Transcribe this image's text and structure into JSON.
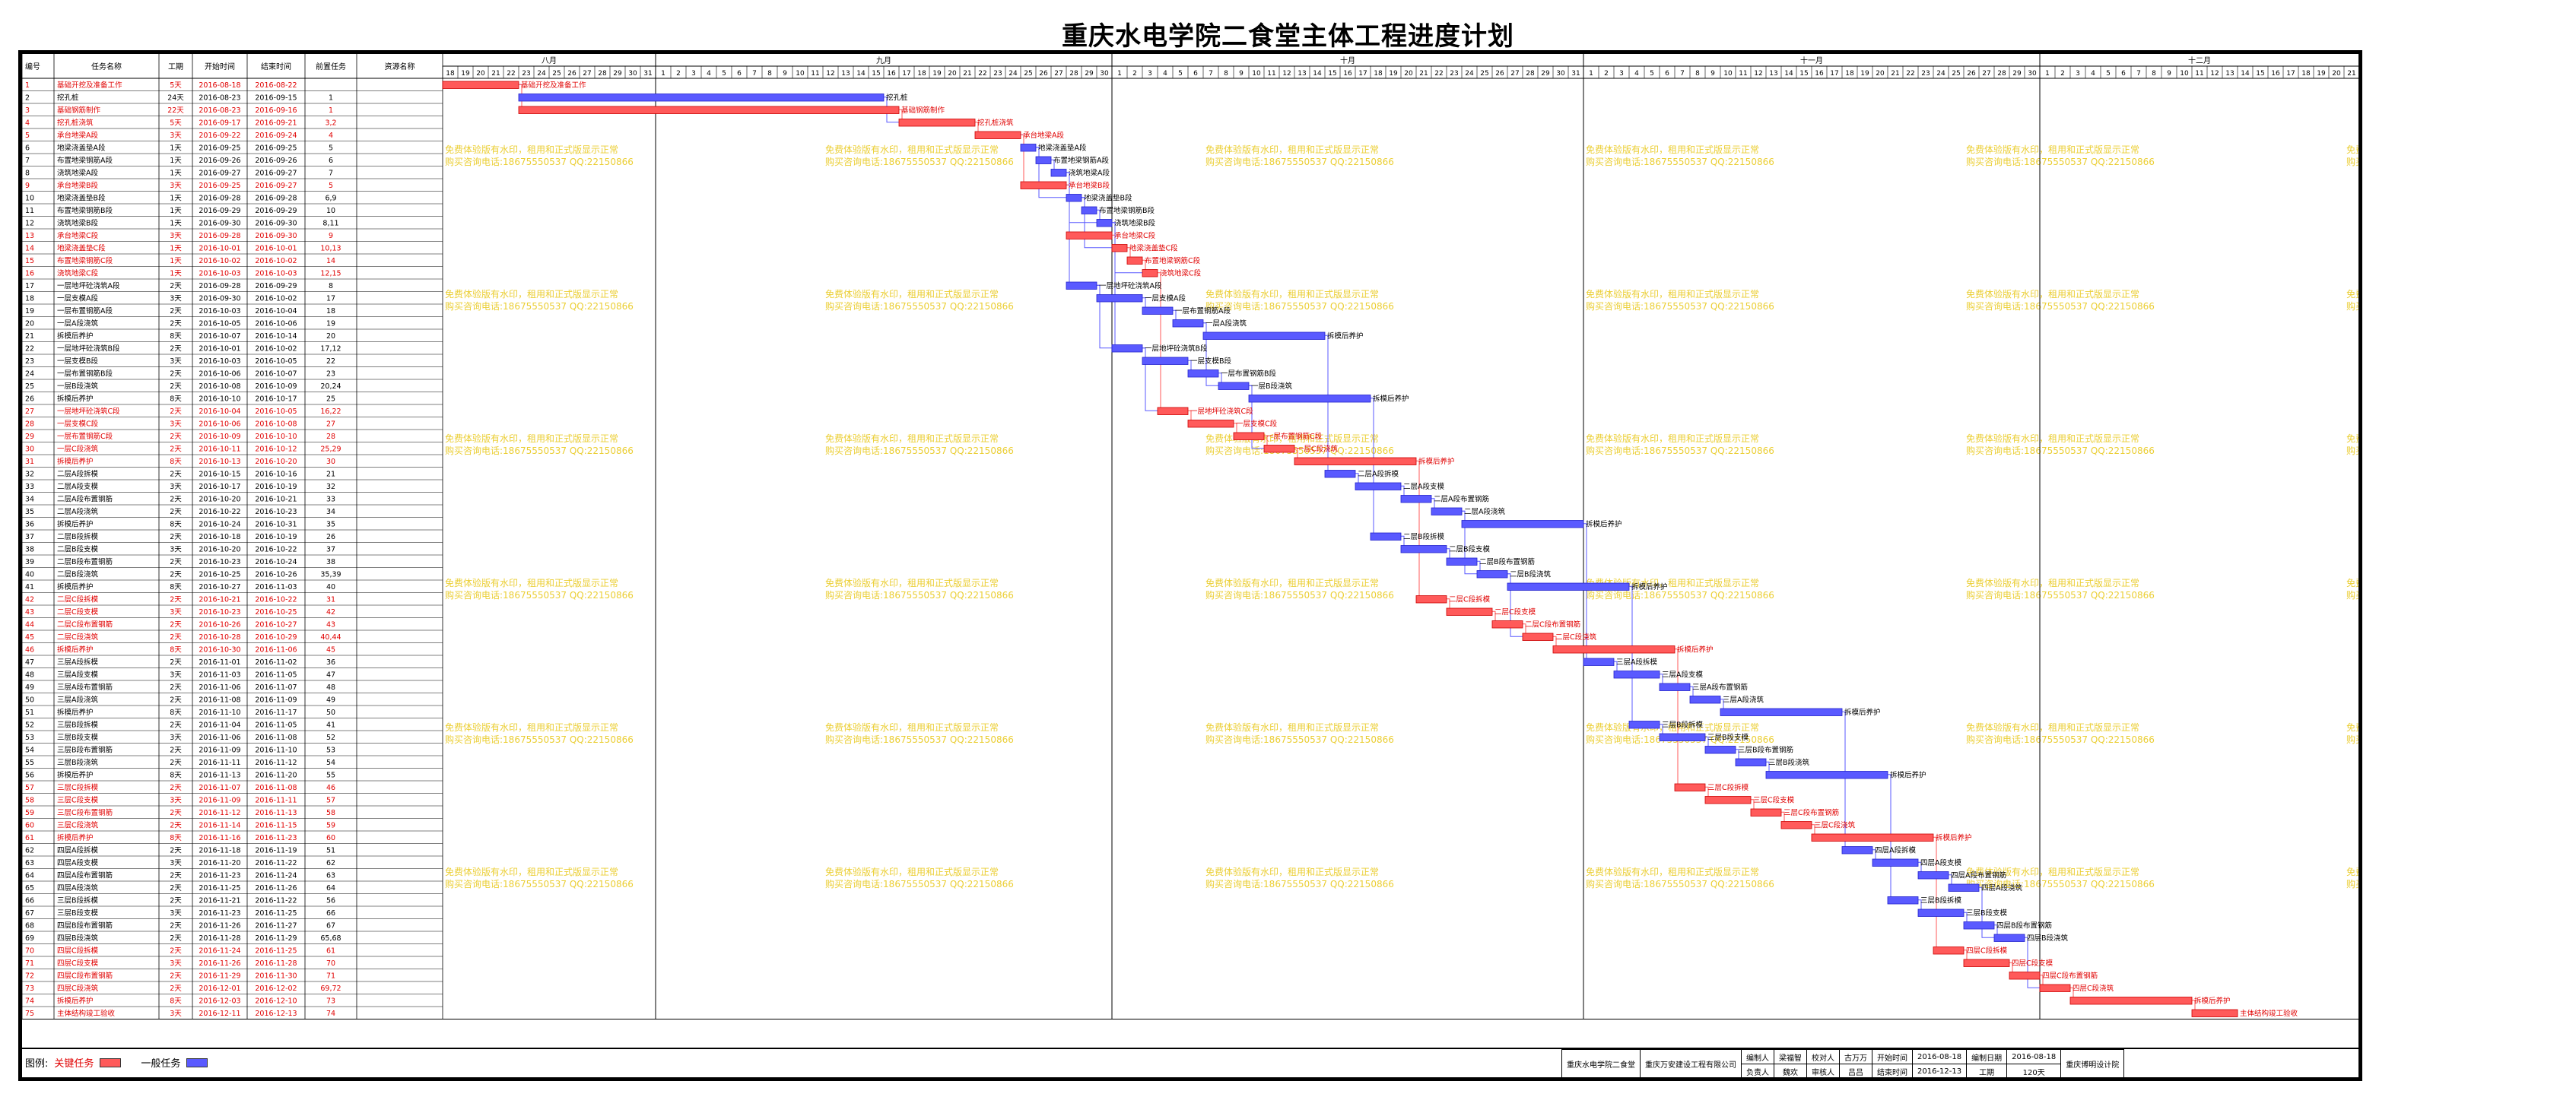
{
  "title": "重庆水电学院二食堂主体工程进度计划",
  "colors": {
    "critical": "#ff5a5a",
    "normal": "#5a5aff",
    "critical_text": "#e00000",
    "watermark": "#e6c200"
  },
  "watermark": {
    "line1": "免费体验版有水印，租用和正式版显示正常",
    "line2": "购买咨询电话:18675550537 QQ:22150866"
  },
  "header": {
    "cols": [
      "编号",
      "任务名称",
      "工期",
      "开始时间",
      "结束时间",
      "前置任务",
      "资源名称"
    ]
  },
  "timeline": {
    "months": [
      {
        "name": "八月",
        "days": [
          18,
          19,
          20,
          21,
          22,
          23,
          24,
          25,
          26,
          27,
          28,
          29,
          30,
          31
        ]
      },
      {
        "name": "九月",
        "days": [
          1,
          2,
          3,
          4,
          5,
          6,
          7,
          8,
          9,
          10,
          11,
          12,
          13,
          14,
          15,
          16,
          17,
          18,
          19,
          20,
          21,
          22,
          23,
          24,
          25,
          26,
          27,
          28,
          29,
          30
        ]
      },
      {
        "name": "十月",
        "days": [
          1,
          2,
          3,
          4,
          5,
          6,
          7,
          8,
          9,
          10,
          11,
          12,
          13,
          14,
          15,
          16,
          17,
          18,
          19,
          20,
          21,
          22,
          23,
          24,
          25,
          26,
          27,
          28,
          29,
          30,
          31
        ]
      },
      {
        "name": "十一月",
        "days": [
          1,
          2,
          3,
          4,
          5,
          6,
          7,
          8,
          9,
          10,
          11,
          12,
          13,
          14,
          15,
          16,
          17,
          18,
          19,
          20,
          21,
          22,
          23,
          24,
          25,
          26,
          27,
          28,
          29,
          30
        ]
      },
      {
        "name": "十二月",
        "days": [
          1,
          2,
          3,
          4,
          5,
          6,
          7,
          8,
          9,
          10,
          11,
          12,
          13,
          14,
          15,
          16,
          17,
          18,
          19,
          20,
          21
        ]
      }
    ]
  },
  "legend": {
    "label": "图例:",
    "critical": "关键任务",
    "normal": "一般任务"
  },
  "info_table": [
    [
      "重庆水电学院二食堂",
      "重庆万安建设工程有限公司",
      "编制人",
      "梁福智",
      "校对人",
      "古万万",
      "开始时间",
      "2016-08-18",
      "编制日期",
      "2016-08-18",
      "重庆博明设计院"
    ],
    [
      "",
      "",
      "负责人",
      "魏欢",
      "审核人",
      "吕吕",
      "结束时间",
      "2016-12-13",
      "工期",
      "120天",
      ""
    ]
  ],
  "chart_data": {
    "type": "gantt",
    "title": "重庆水电学院二食堂主体工程进度计划",
    "x_range": [
      "2016-08-18",
      "2016-12-21"
    ],
    "tasks": [
      {
        "id": "1",
        "name": "基础开挖及准备工作",
        "dur": "5天",
        "start": "2016-08-18",
        "end": "2016-08-22",
        "pred": "",
        "crit": true
      },
      {
        "id": "2",
        "name": "挖孔桩",
        "dur": "24天",
        "start": "2016-08-23",
        "end": "2016-09-15",
        "pred": "1",
        "crit": false
      },
      {
        "id": "3",
        "name": "基础钢筋制作",
        "dur": "22天",
        "start": "2016-08-23",
        "end": "2016-09-16",
        "pred": "1",
        "crit": true
      },
      {
        "id": "4",
        "name": "挖孔桩浇筑",
        "dur": "5天",
        "start": "2016-09-17",
        "end": "2016-09-21",
        "pred": "3,2",
        "crit": true
      },
      {
        "id": "5",
        "name": "承台地梁A段",
        "dur": "3天",
        "start": "2016-09-22",
        "end": "2016-09-24",
        "pred": "4",
        "crit": true
      },
      {
        "id": "6",
        "name": "地梁浇盖垫A段",
        "dur": "1天",
        "start": "2016-09-25",
        "end": "2016-09-25",
        "pred": "5",
        "crit": false
      },
      {
        "id": "7",
        "name": "布置地梁钢筋A段",
        "dur": "1天",
        "start": "2016-09-26",
        "end": "2016-09-26",
        "pred": "6",
        "crit": false
      },
      {
        "id": "8",
        "name": "浇筑地梁A段",
        "dur": "1天",
        "start": "2016-09-27",
        "end": "2016-09-27",
        "pred": "7",
        "crit": false
      },
      {
        "id": "9",
        "name": "承台地梁B段",
        "dur": "3天",
        "start": "2016-09-25",
        "end": "2016-09-27",
        "pred": "5",
        "crit": true
      },
      {
        "id": "10",
        "name": "地梁浇盖垫B段",
        "dur": "1天",
        "start": "2016-09-28",
        "end": "2016-09-28",
        "pred": "6,9",
        "crit": false
      },
      {
        "id": "11",
        "name": "布置地梁钢筋B段",
        "dur": "1天",
        "start": "2016-09-29",
        "end": "2016-09-29",
        "pred": "10",
        "crit": false
      },
      {
        "id": "12",
        "name": "浇筑地梁B段",
        "dur": "1天",
        "start": "2016-09-30",
        "end": "2016-09-30",
        "pred": "8,11",
        "crit": false
      },
      {
        "id": "13",
        "name": "承台地梁C段",
        "dur": "3天",
        "start": "2016-09-28",
        "end": "2016-09-30",
        "pred": "9",
        "crit": true
      },
      {
        "id": "14",
        "name": "地梁浇盖垫C段",
        "dur": "1天",
        "start": "2016-10-01",
        "end": "2016-10-01",
        "pred": "10,13",
        "crit": true
      },
      {
        "id": "15",
        "name": "布置地梁钢筋C段",
        "dur": "1天",
        "start": "2016-10-02",
        "end": "2016-10-02",
        "pred": "14",
        "crit": true
      },
      {
        "id": "16",
        "name": "浇筑地梁C段",
        "dur": "1天",
        "start": "2016-10-03",
        "end": "2016-10-03",
        "pred": "12,15",
        "crit": true
      },
      {
        "id": "17",
        "name": "一层地坪砼浇筑A段",
        "dur": "2天",
        "start": "2016-09-28",
        "end": "2016-09-29",
        "pred": "8",
        "crit": false
      },
      {
        "id": "18",
        "name": "一层支模A段",
        "dur": "3天",
        "start": "2016-09-30",
        "end": "2016-10-02",
        "pred": "17",
        "crit": false
      },
      {
        "id": "19",
        "name": "一层布置钢筋A段",
        "dur": "2天",
        "start": "2016-10-03",
        "end": "2016-10-04",
        "pred": "18",
        "crit": false
      },
      {
        "id": "20",
        "name": "一层A段浇筑",
        "dur": "2天",
        "start": "2016-10-05",
        "end": "2016-10-06",
        "pred": "19",
        "crit": false
      },
      {
        "id": "21",
        "name": "拆模后养护",
        "dur": "8天",
        "start": "2016-10-07",
        "end": "2016-10-14",
        "pred": "20",
        "crit": false
      },
      {
        "id": "22",
        "name": "一层地坪砼浇筑B段",
        "dur": "2天",
        "start": "2016-10-01",
        "end": "2016-10-02",
        "pred": "17,12",
        "crit": false
      },
      {
        "id": "23",
        "name": "一层支模B段",
        "dur": "3天",
        "start": "2016-10-03",
        "end": "2016-10-05",
        "pred": "22",
        "crit": false
      },
      {
        "id": "24",
        "name": "一层布置钢筋B段",
        "dur": "2天",
        "start": "2016-10-06",
        "end": "2016-10-07",
        "pred": "23",
        "crit": false
      },
      {
        "id": "25",
        "name": "一层B段浇筑",
        "dur": "2天",
        "start": "2016-10-08",
        "end": "2016-10-09",
        "pred": "20,24",
        "crit": false
      },
      {
        "id": "26",
        "name": "拆模后养护",
        "dur": "8天",
        "start": "2016-10-10",
        "end": "2016-10-17",
        "pred": "25",
        "crit": false
      },
      {
        "id": "27",
        "name": "一层地坪砼浇筑C段",
        "dur": "2天",
        "start": "2016-10-04",
        "end": "2016-10-05",
        "pred": "16,22",
        "crit": true
      },
      {
        "id": "28",
        "name": "一层支模C段",
        "dur": "3天",
        "start": "2016-10-06",
        "end": "2016-10-08",
        "pred": "27",
        "crit": true
      },
      {
        "id": "29",
        "name": "一层布置钢筋C段",
        "dur": "2天",
        "start": "2016-10-09",
        "end": "2016-10-10",
        "pred": "28",
        "crit": true
      },
      {
        "id": "30",
        "name": "一层C段浇筑",
        "dur": "2天",
        "start": "2016-10-11",
        "end": "2016-10-12",
        "pred": "25,29",
        "crit": true
      },
      {
        "id": "31",
        "name": "拆模后养护",
        "dur": "8天",
        "start": "2016-10-13",
        "end": "2016-10-20",
        "pred": "30",
        "crit": true
      },
      {
        "id": "32",
        "name": "二层A段拆模",
        "dur": "2天",
        "start": "2016-10-15",
        "end": "2016-10-16",
        "pred": "21",
        "crit": false
      },
      {
        "id": "33",
        "name": "二层A段支模",
        "dur": "3天",
        "start": "2016-10-17",
        "end": "2016-10-19",
        "pred": "32",
        "crit": false
      },
      {
        "id": "34",
        "name": "二层A段布置钢筋",
        "dur": "2天",
        "start": "2016-10-20",
        "end": "2016-10-21",
        "pred": "33",
        "crit": false
      },
      {
        "id": "35",
        "name": "二层A段浇筑",
        "dur": "2天",
        "start": "2016-10-22",
        "end": "2016-10-23",
        "pred": "34",
        "crit": false
      },
      {
        "id": "36",
        "name": "拆模后养护",
        "dur": "8天",
        "start": "2016-10-24",
        "end": "2016-10-31",
        "pred": "35",
        "crit": false
      },
      {
        "id": "37",
        "name": "二层B段拆模",
        "dur": "2天",
        "start": "2016-10-18",
        "end": "2016-10-19",
        "pred": "26",
        "crit": false
      },
      {
        "id": "38",
        "name": "二层B段支模",
        "dur": "3天",
        "start": "2016-10-20",
        "end": "2016-10-22",
        "pred": "37",
        "crit": false
      },
      {
        "id": "39",
        "name": "二层B段布置钢筋",
        "dur": "2天",
        "start": "2016-10-23",
        "end": "2016-10-24",
        "pred": "38",
        "crit": false
      },
      {
        "id": "40",
        "name": "二层B段浇筑",
        "dur": "2天",
        "start": "2016-10-25",
        "end": "2016-10-26",
        "pred": "35,39",
        "crit": false
      },
      {
        "id": "41",
        "name": "拆模后养护",
        "dur": "8天",
        "start": "2016-10-27",
        "end": "2016-11-03",
        "pred": "40",
        "crit": false
      },
      {
        "id": "42",
        "name": "二层C段拆模",
        "dur": "2天",
        "start": "2016-10-21",
        "end": "2016-10-22",
        "pred": "31",
        "crit": true
      },
      {
        "id": "43",
        "name": "二层C段支模",
        "dur": "3天",
        "start": "2016-10-23",
        "end": "2016-10-25",
        "pred": "42",
        "crit": true
      },
      {
        "id": "44",
        "name": "二层C段布置钢筋",
        "dur": "2天",
        "start": "2016-10-26",
        "end": "2016-10-27",
        "pred": "43",
        "crit": true
      },
      {
        "id": "45",
        "name": "二层C段浇筑",
        "dur": "2天",
        "start": "2016-10-28",
        "end": "2016-10-29",
        "pred": "40,44",
        "crit": true
      },
      {
        "id": "46",
        "name": "拆模后养护",
        "dur": "8天",
        "start": "2016-10-30",
        "end": "2016-11-06",
        "pred": "45",
        "crit": true
      },
      {
        "id": "47",
        "name": "三层A段拆模",
        "dur": "2天",
        "start": "2016-11-01",
        "end": "2016-11-02",
        "pred": "36",
        "crit": false
      },
      {
        "id": "48",
        "name": "三层A段支模",
        "dur": "3天",
        "start": "2016-11-03",
        "end": "2016-11-05",
        "pred": "47",
        "crit": false
      },
      {
        "id": "49",
        "name": "三层A段布置钢筋",
        "dur": "2天",
        "start": "2016-11-06",
        "end": "2016-11-07",
        "pred": "48",
        "crit": false
      },
      {
        "id": "50",
        "name": "三层A段浇筑",
        "dur": "2天",
        "start": "2016-11-08",
        "end": "2016-11-09",
        "pred": "49",
        "crit": false
      },
      {
        "id": "51",
        "name": "拆模后养护",
        "dur": "8天",
        "start": "2016-11-10",
        "end": "2016-11-17",
        "pred": "50",
        "crit": false
      },
      {
        "id": "52",
        "name": "三层B段拆模",
        "dur": "2天",
        "start": "2016-11-04",
        "end": "2016-11-05",
        "pred": "41",
        "crit": false
      },
      {
        "id": "53",
        "name": "三层B段支模",
        "dur": "3天",
        "start": "2016-11-06",
        "end": "2016-11-08",
        "pred": "52",
        "crit": false
      },
      {
        "id": "54",
        "name": "三层B段布置钢筋",
        "dur": "2天",
        "start": "2016-11-09",
        "end": "2016-11-10",
        "pred": "53",
        "crit": false
      },
      {
        "id": "55",
        "name": "三层B段浇筑",
        "dur": "2天",
        "start": "2016-11-11",
        "end": "2016-11-12",
        "pred": "54",
        "crit": false
      },
      {
        "id": "56",
        "name": "拆模后养护",
        "dur": "8天",
        "start": "2016-11-13",
        "end": "2016-11-20",
        "pred": "55",
        "crit": false
      },
      {
        "id": "57",
        "name": "三层C段拆模",
        "dur": "2天",
        "start": "2016-11-07",
        "end": "2016-11-08",
        "pred": "46",
        "crit": true
      },
      {
        "id": "58",
        "name": "三层C段支模",
        "dur": "3天",
        "start": "2016-11-09",
        "end": "2016-11-11",
        "pred": "57",
        "crit": true
      },
      {
        "id": "59",
        "name": "三层C段布置钢筋",
        "dur": "2天",
        "start": "2016-11-12",
        "end": "2016-11-13",
        "pred": "58",
        "crit": true
      },
      {
        "id": "60",
        "name": "三层C段浇筑",
        "dur": "2天",
        "start": "2016-11-14",
        "end": "2016-11-15",
        "pred": "59",
        "crit": true
      },
      {
        "id": "61",
        "name": "拆模后养护",
        "dur": "8天",
        "start": "2016-11-16",
        "end": "2016-11-23",
        "pred": "60",
        "crit": true
      },
      {
        "id": "62",
        "name": "四层A段拆模",
        "dur": "2天",
        "start": "2016-11-18",
        "end": "2016-11-19",
        "pred": "51",
        "crit": false
      },
      {
        "id": "63",
        "name": "四层A段支模",
        "dur": "3天",
        "start": "2016-11-20",
        "end": "2016-11-22",
        "pred": "62",
        "crit": false
      },
      {
        "id": "64",
        "name": "四层A段布置钢筋",
        "dur": "2天",
        "start": "2016-11-23",
        "end": "2016-11-24",
        "pred": "63",
        "crit": false
      },
      {
        "id": "65",
        "name": "四层A段浇筑",
        "dur": "2天",
        "start": "2016-11-25",
        "end": "2016-11-26",
        "pred": "64",
        "crit": false
      },
      {
        "id": "66",
        "name": "三层B段拆模",
        "dur": "2天",
        "start": "2016-11-21",
        "end": "2016-11-22",
        "pred": "56",
        "crit": false
      },
      {
        "id": "67",
        "name": "三层B段支模",
        "dur": "3天",
        "start": "2016-11-23",
        "end": "2016-11-25",
        "pred": "66",
        "crit": false
      },
      {
        "id": "68",
        "name": "四层B段布置钢筋",
        "dur": "2天",
        "start": "2016-11-26",
        "end": "2016-11-27",
        "pred": "67",
        "crit": false
      },
      {
        "id": "69",
        "name": "四层B段浇筑",
        "dur": "2天",
        "start": "2016-11-28",
        "end": "2016-11-29",
        "pred": "65,68",
        "crit": false
      },
      {
        "id": "70",
        "name": "四层C段拆模",
        "dur": "2天",
        "start": "2016-11-24",
        "end": "2016-11-25",
        "pred": "61",
        "crit": true
      },
      {
        "id": "71",
        "name": "四层C段支模",
        "dur": "3天",
        "start": "2016-11-26",
        "end": "2016-11-28",
        "pred": "70",
        "crit": true
      },
      {
        "id": "72",
        "name": "四层C段布置钢筋",
        "dur": "2天",
        "start": "2016-11-29",
        "end": "2016-11-30",
        "pred": "71",
        "crit": true
      },
      {
        "id": "73",
        "name": "四层C段浇筑",
        "dur": "2天",
        "start": "2016-12-01",
        "end": "2016-12-02",
        "pred": "69,72",
        "crit": true
      },
      {
        "id": "74",
        "name": "拆模后养护",
        "dur": "8天",
        "start": "2016-12-03",
        "end": "2016-12-10",
        "pred": "73",
        "crit": true
      },
      {
        "id": "75",
        "name": "主体结构竣工验收",
        "dur": "3天",
        "start": "2016-12-11",
        "end": "2016-12-13",
        "pred": "74",
        "crit": true
      }
    ]
  }
}
